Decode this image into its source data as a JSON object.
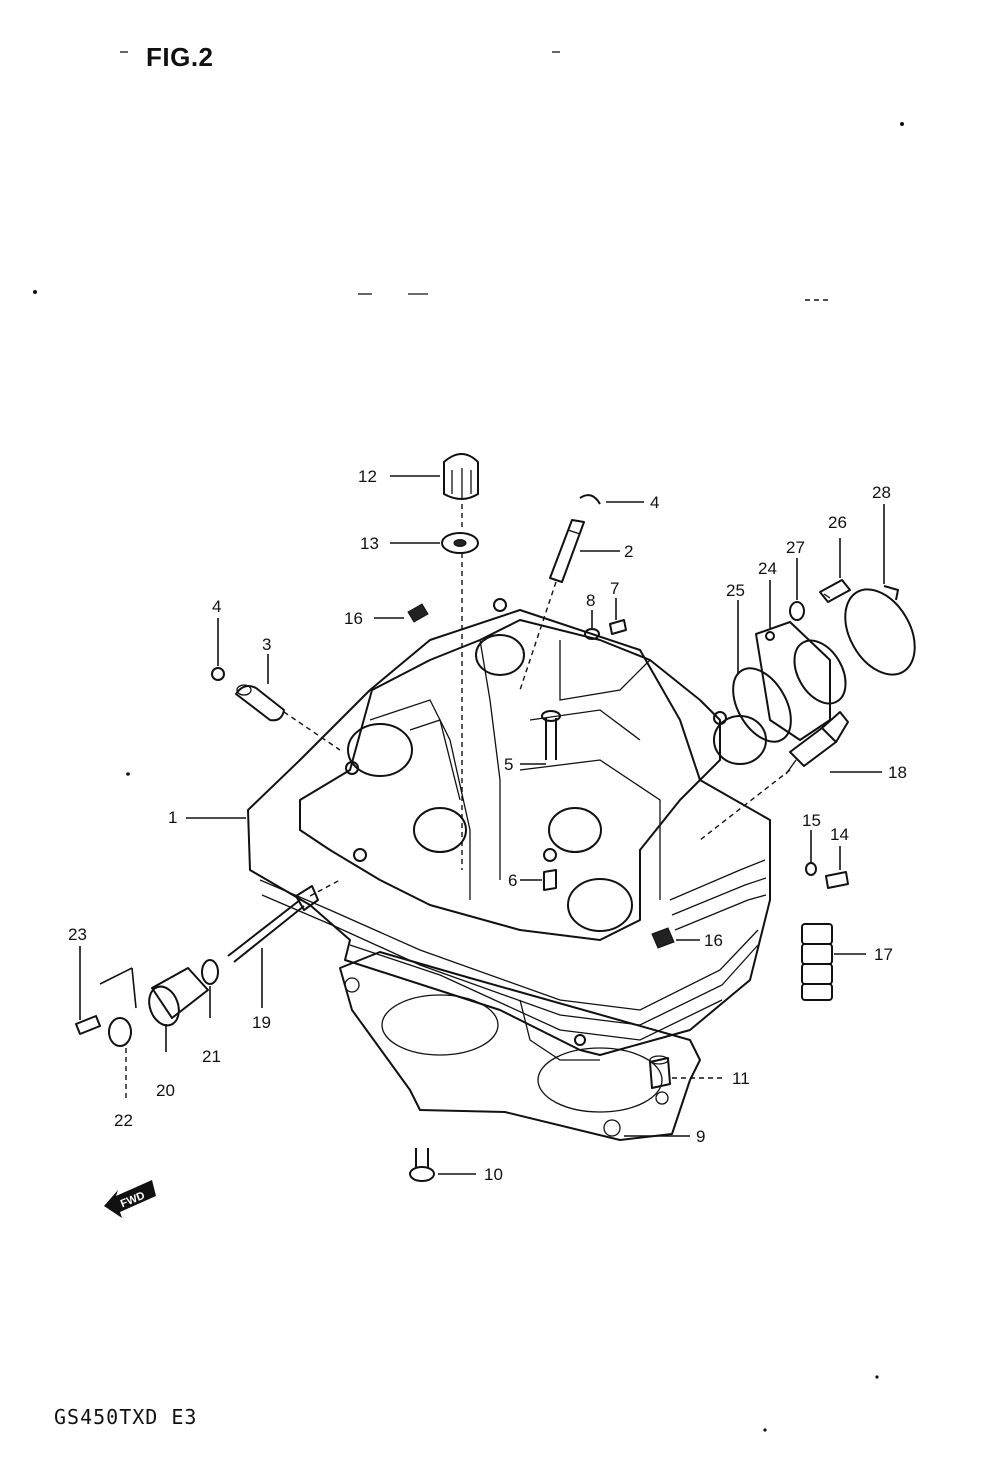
{
  "figure": {
    "title": "FIG.2",
    "model_code": "GS450TXD  E3"
  },
  "forward_marker": "FWD",
  "callouts": [
    "1",
    "2",
    "3",
    "4",
    "4",
    "5",
    "6",
    "7",
    "8",
    "9",
    "10",
    "11",
    "12",
    "13",
    "14",
    "15",
    "16",
    "16",
    "17",
    "18",
    "19",
    "20",
    "21",
    "22",
    "23",
    "24",
    "25",
    "26",
    "27",
    "28"
  ]
}
